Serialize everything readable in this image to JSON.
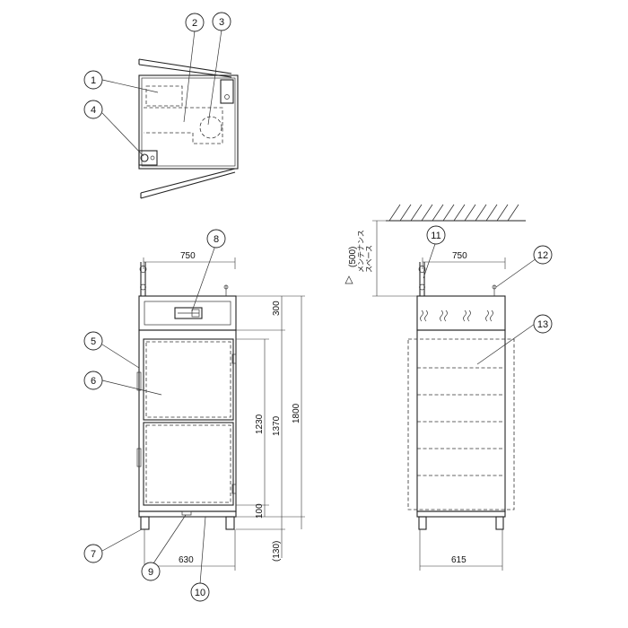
{
  "balloons": [
    "1",
    "2",
    "3",
    "4",
    "5",
    "6",
    "7",
    "8",
    "9",
    "10",
    "11",
    "12",
    "13"
  ],
  "front_dims": {
    "width_top": "750",
    "width_bottom": "630",
    "top_section": "300",
    "door_height": "1230",
    "body_height": "1370",
    "total_height": "1800",
    "bottom_gap": "100",
    "leg_height": "(130)"
  },
  "rear_dims": {
    "width_top": "750",
    "width_bottom": "615",
    "clearance": "(500)",
    "clearance_note_line1": "メンテナンス",
    "clearance_note_line2": "スペース"
  }
}
